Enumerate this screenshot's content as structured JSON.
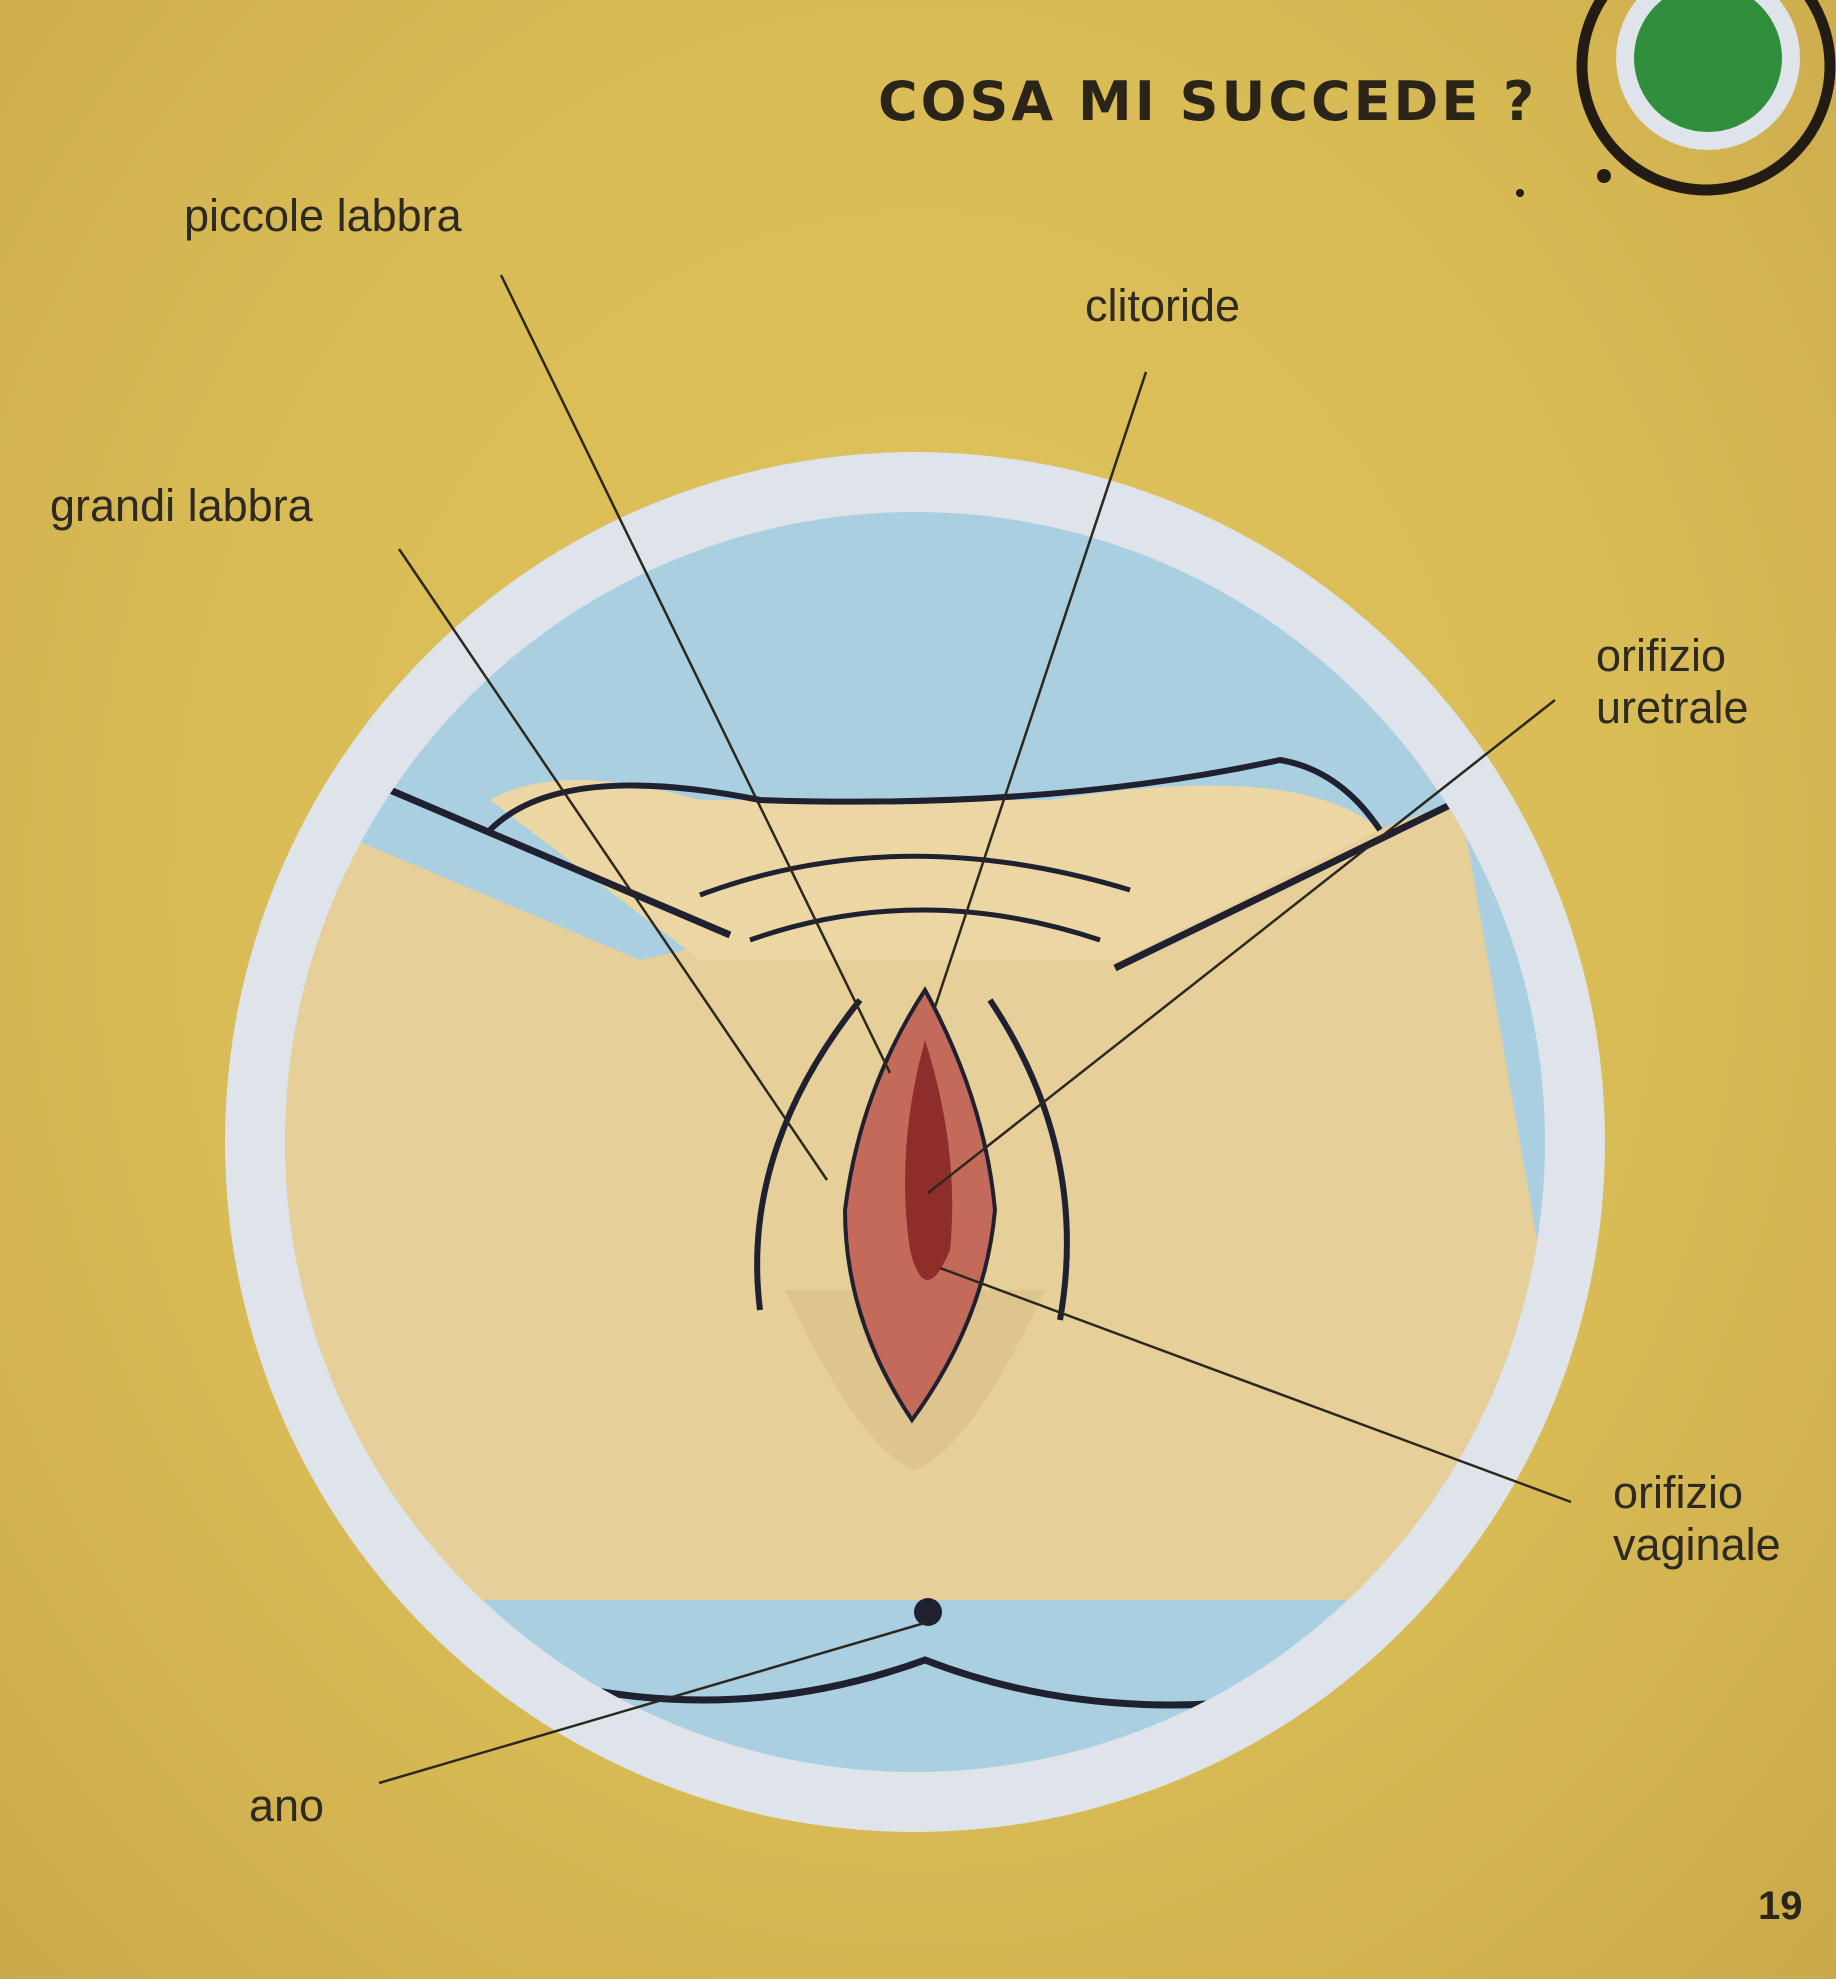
{
  "title": "COSA MI SUCCEDE ?",
  "page_number": "19",
  "labels": {
    "piccole_labbra": "piccole labbra",
    "clitoride": "clitoride",
    "grandi_labbra": "grandi labbra",
    "orifizio_uretrale": [
      "orifizio",
      "uretrale"
    ],
    "orifizio_vaginale": [
      "orifizio",
      "vaginale"
    ],
    "ano": "ano"
  },
  "colors": {
    "page": "#d9bd58",
    "badge_green": "#2f8f3c",
    "circle_border": "#dfe3ea",
    "circle_blue": "#a9cfe0",
    "skin": "#e7cf99"
  }
}
